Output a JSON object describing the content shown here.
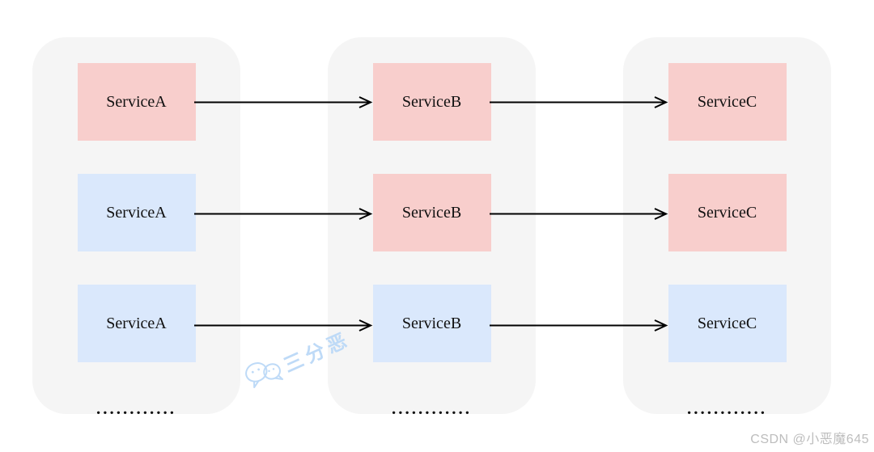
{
  "diagram": {
    "columns": [
      {
        "id": "column-1",
        "nodes": [
          {
            "label": "ServiceA",
            "color": "pink"
          },
          {
            "label": "ServiceA",
            "color": "blue"
          },
          {
            "label": "ServiceA",
            "color": "blue"
          }
        ],
        "ellipsis": "............"
      },
      {
        "id": "column-2",
        "nodes": [
          {
            "label": "ServiceB",
            "color": "pink"
          },
          {
            "label": "ServiceB",
            "color": "pink"
          },
          {
            "label": "ServiceB",
            "color": "blue"
          }
        ],
        "ellipsis": "............"
      },
      {
        "id": "column-3",
        "nodes": [
          {
            "label": "ServiceC",
            "color": "pink"
          },
          {
            "label": "ServiceC",
            "color": "pink"
          },
          {
            "label": "ServiceC",
            "color": "blue"
          }
        ],
        "ellipsis": "............"
      }
    ],
    "colors": {
      "node_pink": "#F8CECC",
      "node_blue": "#DAE8FC",
      "container_bg": "#F5F5F5",
      "arrow": "#000000",
      "watermark_blue": "#BEDAF7",
      "corner_watermark_gray": "#BDBDBD"
    },
    "watermark_center_text": "三分恶",
    "watermark_corner_text": "CSDN @小恶魔645"
  }
}
